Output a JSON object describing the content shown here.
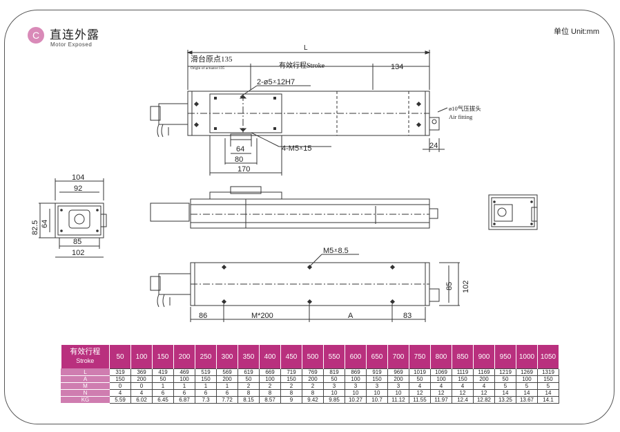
{
  "header": {
    "badge_letter": "C",
    "title": "直连外露",
    "subtitle": "Motor Exposed",
    "unit": "单位 Unit:mm"
  },
  "labels": {
    "L": "L",
    "origin_cn": "滑台原点135",
    "origin_en": "Origin of actuator:135",
    "stroke": "有效行程Stroke",
    "d134": "134",
    "hole1": "2-ø5⩡12H7",
    "hole2": "4-M5⩡15",
    "d64": "64",
    "d80": "80",
    "d170": "170",
    "air_cn": "ø10气压拔头",
    "air_en": "Air fitting",
    "d24": "24",
    "d104": "104",
    "d92": "92",
    "d82_5": "82.5",
    "d64b": "64",
    "d85": "85",
    "d102": "102",
    "m5": "M5⩡8.5",
    "d86": "86",
    "m200": "M*200",
    "A": "A",
    "d83": "83",
    "d85b": "85",
    "d102b": "102"
  },
  "colors": {
    "header_bg": "#b9307e",
    "row_header_bg": "#cf7db0",
    "badge": "#d98ab8"
  },
  "table": {
    "header_cn": "有效行程",
    "header_en": "Stroke",
    "strokes": [
      "50",
      "100",
      "150",
      "200",
      "250",
      "300",
      "350",
      "400",
      "450",
      "500",
      "550",
      "600",
      "650",
      "700",
      "750",
      "800",
      "850",
      "900",
      "950",
      "1000",
      "1050"
    ],
    "rows": [
      {
        "name": "L",
        "values": [
          "319",
          "369",
          "419",
          "469",
          "519",
          "569",
          "619",
          "669",
          "719",
          "769",
          "819",
          "869",
          "919",
          "969",
          "1019",
          "1069",
          "1119",
          "1169",
          "1219",
          "1269",
          "1319"
        ]
      },
      {
        "name": "A",
        "values": [
          "150",
          "200",
          "50",
          "100",
          "150",
          "200",
          "50",
          "100",
          "150",
          "200",
          "50",
          "100",
          "150",
          "200",
          "50",
          "100",
          "150",
          "200",
          "50",
          "100",
          "150"
        ]
      },
      {
        "name": "M",
        "values": [
          "0",
          "0",
          "1",
          "1",
          "1",
          "1",
          "2",
          "2",
          "2",
          "2",
          "3",
          "3",
          "3",
          "3",
          "4",
          "4",
          "4",
          "4",
          "5",
          "5",
          "5"
        ]
      },
      {
        "name": "N",
        "values": [
          "4",
          "4",
          "6",
          "6",
          "6",
          "6",
          "8",
          "8",
          "8",
          "8",
          "10",
          "10",
          "10",
          "10",
          "12",
          "12",
          "12",
          "12",
          "14",
          "14",
          "14"
        ]
      },
      {
        "name": "KG",
        "values": [
          "5.59",
          "6.02",
          "6.45",
          "6.87",
          "7.3",
          "7.72",
          "8.15",
          "8.57",
          "9",
          "9.42",
          "9.85",
          "10.27",
          "10.7",
          "11.12",
          "11.55",
          "11.97",
          "12.4",
          "12.82",
          "13.25",
          "13.67",
          "14.1"
        ]
      }
    ]
  }
}
